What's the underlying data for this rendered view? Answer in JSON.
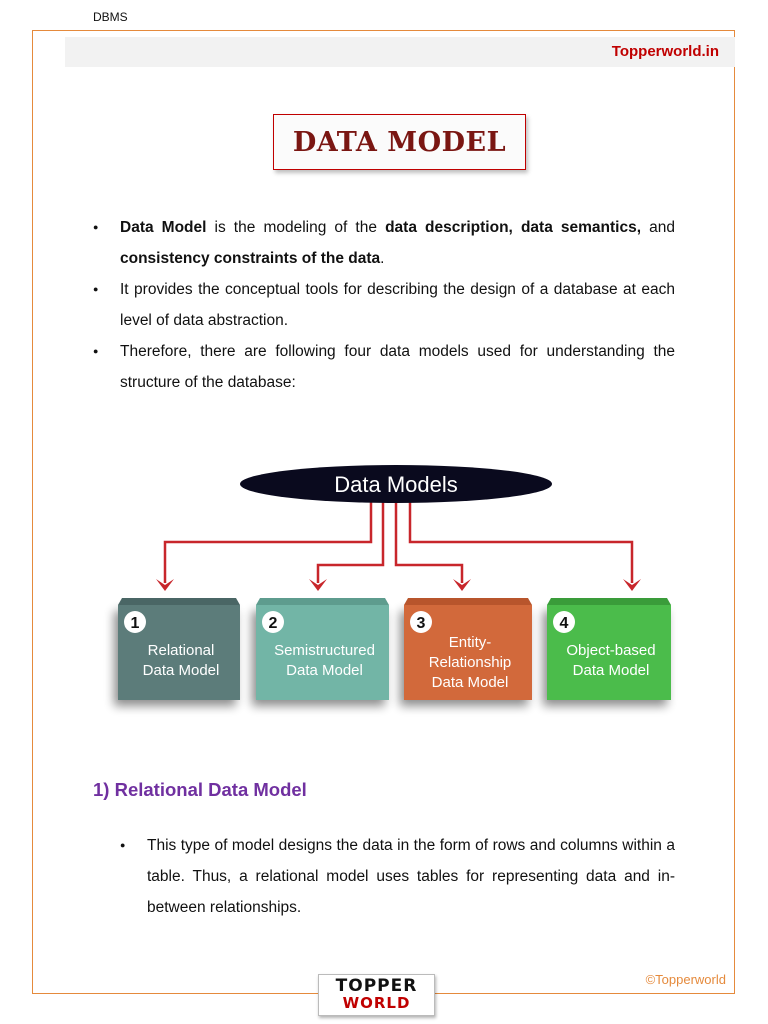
{
  "header": {
    "doc_label": "DBMS",
    "brand_site": "Topperworld.in"
  },
  "title": "DATA MODEL",
  "intro_bullets": [
    {
      "segments": [
        {
          "text": "Data Model",
          "bold": true
        },
        {
          "text": " is the modeling of the ",
          "bold": false
        },
        {
          "text": "data description, data semantics,",
          "bold": true
        },
        {
          "text": " and ",
          "bold": false
        },
        {
          "text": "consistency constraints of the data",
          "bold": true
        },
        {
          "text": ".",
          "bold": false
        }
      ]
    },
    {
      "segments": [
        {
          "text": "It provides the conceptual tools for describing the design of a database at each level of data abstraction.",
          "bold": false
        }
      ]
    },
    {
      "segments": [
        {
          "text": "Therefore, there are following four data models used for understanding the structure of the database:",
          "bold": false
        }
      ]
    }
  ],
  "diagram": {
    "root": "Data Models",
    "arrow_color": "#c8262b",
    "boxes": [
      {
        "number": "1",
        "lines": [
          "Relational",
          "Data Model"
        ],
        "color": "#5b7b7a",
        "top_color": "#4a6665"
      },
      {
        "number": "2",
        "lines": [
          "Semistructured",
          "Data Model"
        ],
        "color": "#72b5a6",
        "top_color": "#5e9c8e"
      },
      {
        "number": "3",
        "lines": [
          "Entity-",
          "Relationship",
          "Data Model"
        ],
        "color": "#d2693a",
        "top_color": "#b8552c"
      },
      {
        "number": "4",
        "lines": [
          "Object-based",
          "Data Model"
        ],
        "color": "#4cbc4c",
        "top_color": "#3a9c3a"
      }
    ]
  },
  "section": {
    "heading": "1) Relational Data Model",
    "bullets": [
      "This type of model designs the data in the form of rows and columns within a table. Thus, a relational model uses tables for representing data and in-between relationships."
    ]
  },
  "footer": {
    "copyright": "©Topperworld",
    "logo_top": "TOPPER",
    "logo_bottom": "WORLD"
  }
}
